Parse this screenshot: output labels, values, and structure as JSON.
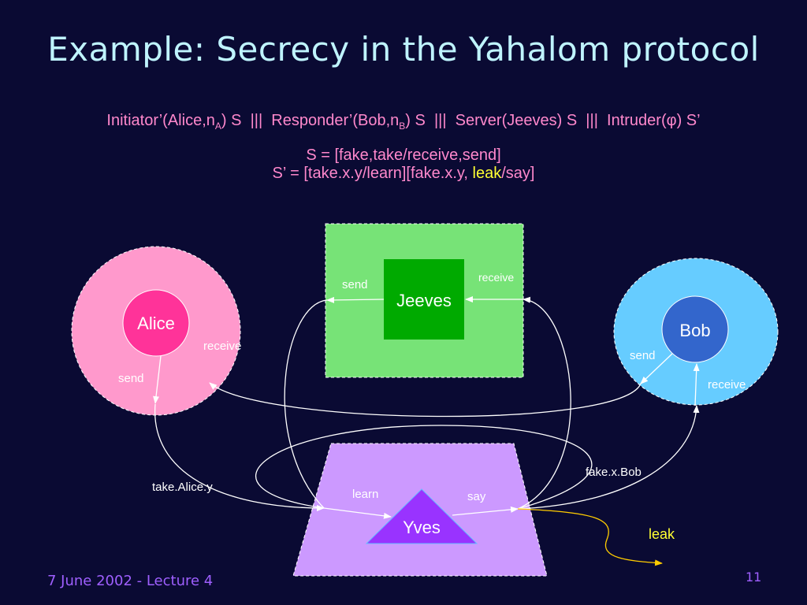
{
  "title": "Example: Secrecy in the Yahalom protocol",
  "formula": {
    "init_a": "Initiator’(Alice,n",
    "init_sub": "A",
    "init_b": ") S",
    "par1": "|||",
    "resp_a": "Responder’(Bob,n",
    "resp_sub": "B",
    "resp_b": ") S",
    "par2": "|||",
    "server": "Server(Jeeves) S",
    "par3": "|||",
    "intruder_a": "Intruder(",
    "intruder_phi": "φ",
    "intruder_b": ") S’"
  },
  "definitions": {
    "s_line": "S = [fake,take/receive,send]",
    "s2_line_a": "S’ = [take.x.y/learn][fake.x.y, ",
    "s2_line_leak": "leak",
    "s2_line_b": "/say]"
  },
  "diagram": {
    "alice": {
      "name": "Alice",
      "send": "send",
      "receive": "receive"
    },
    "bob": {
      "name": "Bob",
      "send": "send",
      "receive": "receive"
    },
    "jeeves": {
      "name": "Jeeves",
      "send": "send",
      "receive": "receive"
    },
    "yves": {
      "name": "Yves",
      "learn": "learn",
      "say": "say"
    },
    "edge_take": "take.Alice.y",
    "edge_fake": "fake.x.Bob",
    "edge_leak": "leak"
  },
  "colors": {
    "background": "#0a0a33",
    "alice_region": "#ff99cc",
    "alice_node": "#ff3399",
    "bob_region": "#66ccff",
    "bob_node": "#3366cc",
    "jeeves_region": "#77e377",
    "jeeves_node": "#00aa00",
    "yves_region": "#cc99ff",
    "yves_node": "#9933ff",
    "leak_arrow": "#ffcc00"
  },
  "footer": {
    "date": "7 June 2002 - Lecture 4",
    "page": "11"
  }
}
